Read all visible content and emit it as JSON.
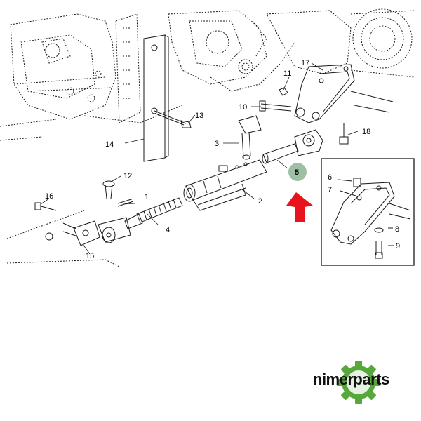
{
  "diagram": {
    "callouts": [
      "1",
      "2",
      "3",
      "4",
      "5",
      "6",
      "7",
      "8",
      "9",
      "10",
      "11",
      "12",
      "13",
      "14",
      "15",
      "16",
      "17",
      "18"
    ],
    "highlighted_part": "5",
    "colors": {
      "line": "#1a1a1a",
      "highlight_circle": "#9fbfa4",
      "arrow": "#e8141b",
      "logo_green": "#57a83a"
    }
  },
  "brand": {
    "name": "nimerparts",
    "logo_icon": "gear-icon"
  }
}
